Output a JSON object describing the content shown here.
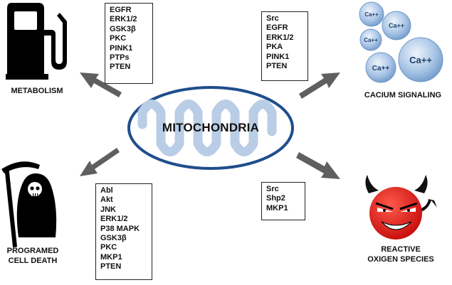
{
  "center": {
    "title": "MITOCHONDRIA"
  },
  "metabolism": {
    "label": "METABOLISM",
    "proteins": [
      "EGFR",
      "ERK1/2",
      "GSK3β",
      "PKC",
      "PINK1",
      "PTPs",
      "PTEN"
    ]
  },
  "calcium": {
    "label": "CACIUM SIGNALING",
    "proteins": [
      "Src",
      "EGFR",
      "ERK1/2",
      "PKA",
      "PINK1",
      "PTEN"
    ],
    "bubble_text": "Ca++"
  },
  "death": {
    "label_line1": "PROGRAMED",
    "label_line2": "CELL DEATH",
    "proteins": [
      "Abl",
      "Akt",
      "JNK",
      "ERK1/2",
      "P38 MAPK",
      "GSK3β",
      "PKC",
      "MKP1",
      "PTEN"
    ]
  },
  "ros": {
    "label_line1": "REACTIVE",
    "label_line2": "OXIGEN SPECIES",
    "proteins": [
      "Src",
      "Shp2",
      "MKP1"
    ]
  },
  "colors": {
    "ellipse_stroke": "#1f4e8c",
    "cristae": "#b9cde6",
    "arrow": "#5f5f5f",
    "bubble": "#8fb3da",
    "devil_red": "#e21b1b"
  }
}
